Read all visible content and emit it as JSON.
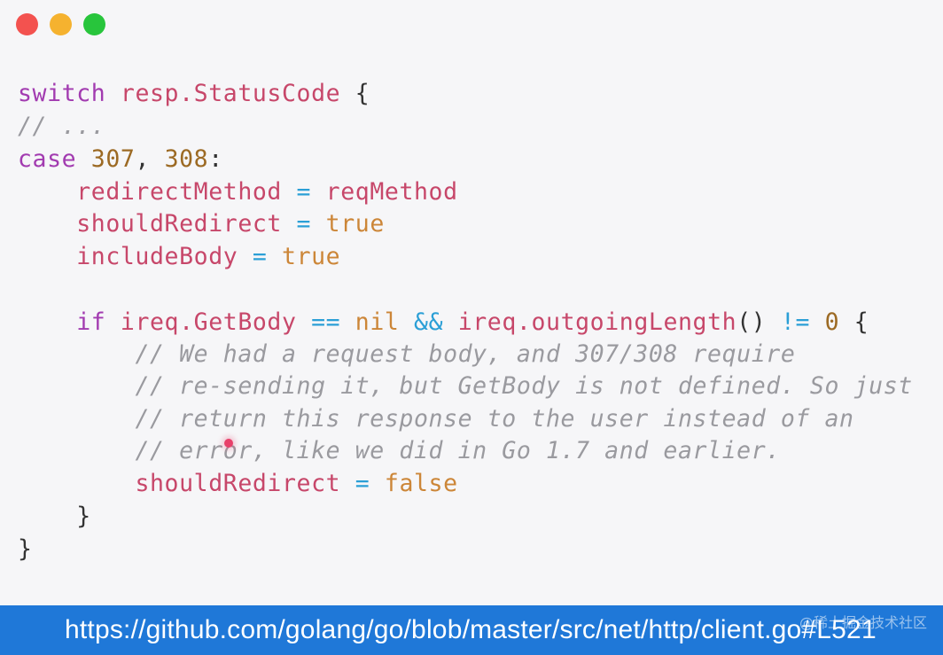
{
  "window": {
    "controls": [
      "close",
      "minimize",
      "zoom"
    ]
  },
  "code": {
    "lines": [
      [
        {
          "t": "kw",
          "v": "switch"
        },
        {
          "t": "pl",
          "v": " "
        },
        {
          "t": "id",
          "v": "resp.StatusCode"
        },
        {
          "t": "pl",
          "v": " {"
        }
      ],
      [
        {
          "t": "cm",
          "v": "// ..."
        }
      ],
      [
        {
          "t": "kw",
          "v": "case"
        },
        {
          "t": "pl",
          "v": " "
        },
        {
          "t": "num",
          "v": "307"
        },
        {
          "t": "pl",
          "v": ", "
        },
        {
          "t": "num",
          "v": "308"
        },
        {
          "t": "pl",
          "v": ":"
        }
      ],
      [
        {
          "t": "pl",
          "v": "    "
        },
        {
          "t": "id",
          "v": "redirectMethod"
        },
        {
          "t": "pl",
          "v": " "
        },
        {
          "t": "op",
          "v": "="
        },
        {
          "t": "pl",
          "v": " "
        },
        {
          "t": "id",
          "v": "reqMethod"
        }
      ],
      [
        {
          "t": "pl",
          "v": "    "
        },
        {
          "t": "id",
          "v": "shouldRedirect"
        },
        {
          "t": "pl",
          "v": " "
        },
        {
          "t": "op",
          "v": "="
        },
        {
          "t": "pl",
          "v": " "
        },
        {
          "t": "lit",
          "v": "true"
        }
      ],
      [
        {
          "t": "pl",
          "v": "    "
        },
        {
          "t": "id",
          "v": "includeBody"
        },
        {
          "t": "pl",
          "v": " "
        },
        {
          "t": "op",
          "v": "="
        },
        {
          "t": "pl",
          "v": " "
        },
        {
          "t": "lit",
          "v": "true"
        }
      ],
      [],
      [
        {
          "t": "pl",
          "v": "    "
        },
        {
          "t": "kw",
          "v": "if"
        },
        {
          "t": "pl",
          "v": " "
        },
        {
          "t": "id",
          "v": "ireq.GetBody"
        },
        {
          "t": "pl",
          "v": " "
        },
        {
          "t": "op",
          "v": "=="
        },
        {
          "t": "pl",
          "v": " "
        },
        {
          "t": "lit",
          "v": "nil"
        },
        {
          "t": "pl",
          "v": " "
        },
        {
          "t": "op",
          "v": "&&"
        },
        {
          "t": "pl",
          "v": " "
        },
        {
          "t": "id",
          "v": "ireq.outgoingLength"
        },
        {
          "t": "pl",
          "v": "() "
        },
        {
          "t": "op",
          "v": "!="
        },
        {
          "t": "pl",
          "v": " "
        },
        {
          "t": "num",
          "v": "0"
        },
        {
          "t": "pl",
          "v": " {"
        }
      ],
      [
        {
          "t": "pl",
          "v": "        "
        },
        {
          "t": "cm",
          "v": "// We had a request body, and 307/308 require"
        }
      ],
      [
        {
          "t": "pl",
          "v": "        "
        },
        {
          "t": "cm",
          "v": "// re-sending it, but GetBody is not defined. So just"
        }
      ],
      [
        {
          "t": "pl",
          "v": "        "
        },
        {
          "t": "cm",
          "v": "// return this response to the user instead of an"
        }
      ],
      [
        {
          "t": "pl",
          "v": "        "
        },
        {
          "t": "cm",
          "v": "// error, like we did in Go 1.7 and earlier."
        }
      ],
      [
        {
          "t": "pl",
          "v": "        "
        },
        {
          "t": "id",
          "v": "shouldRedirect"
        },
        {
          "t": "pl",
          "v": " "
        },
        {
          "t": "op",
          "v": "="
        },
        {
          "t": "pl",
          "v": " "
        },
        {
          "t": "lit",
          "v": "false"
        }
      ],
      [
        {
          "t": "pl",
          "v": "    }"
        }
      ],
      [
        {
          "t": "pl",
          "v": "}"
        }
      ]
    ]
  },
  "banner": {
    "url": "https://github.com/golang/go/blob/master/src/net/http/client.go#L521",
    "watermark": "@稀土掘金技术社区"
  },
  "colors": {
    "keyword": "#a23bb0",
    "identifier": "#c7476a",
    "number": "#9c6a24",
    "operator": "#2b9fd6",
    "literal": "#cc8638",
    "comment": "#9a9a9f",
    "banner": "#1f78d8"
  }
}
